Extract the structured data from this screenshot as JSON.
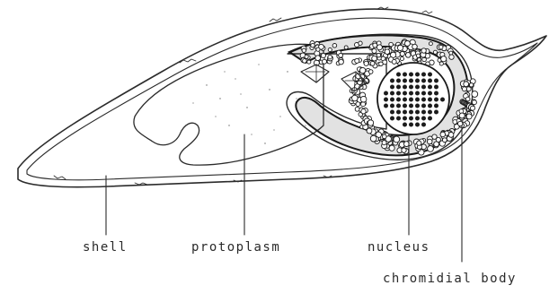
{
  "diagram": {
    "labels": {
      "shell": "shell",
      "protoplasm": "protoplasm",
      "nucleus": "nucleus",
      "chromidial_body": "chromidial body"
    }
  }
}
